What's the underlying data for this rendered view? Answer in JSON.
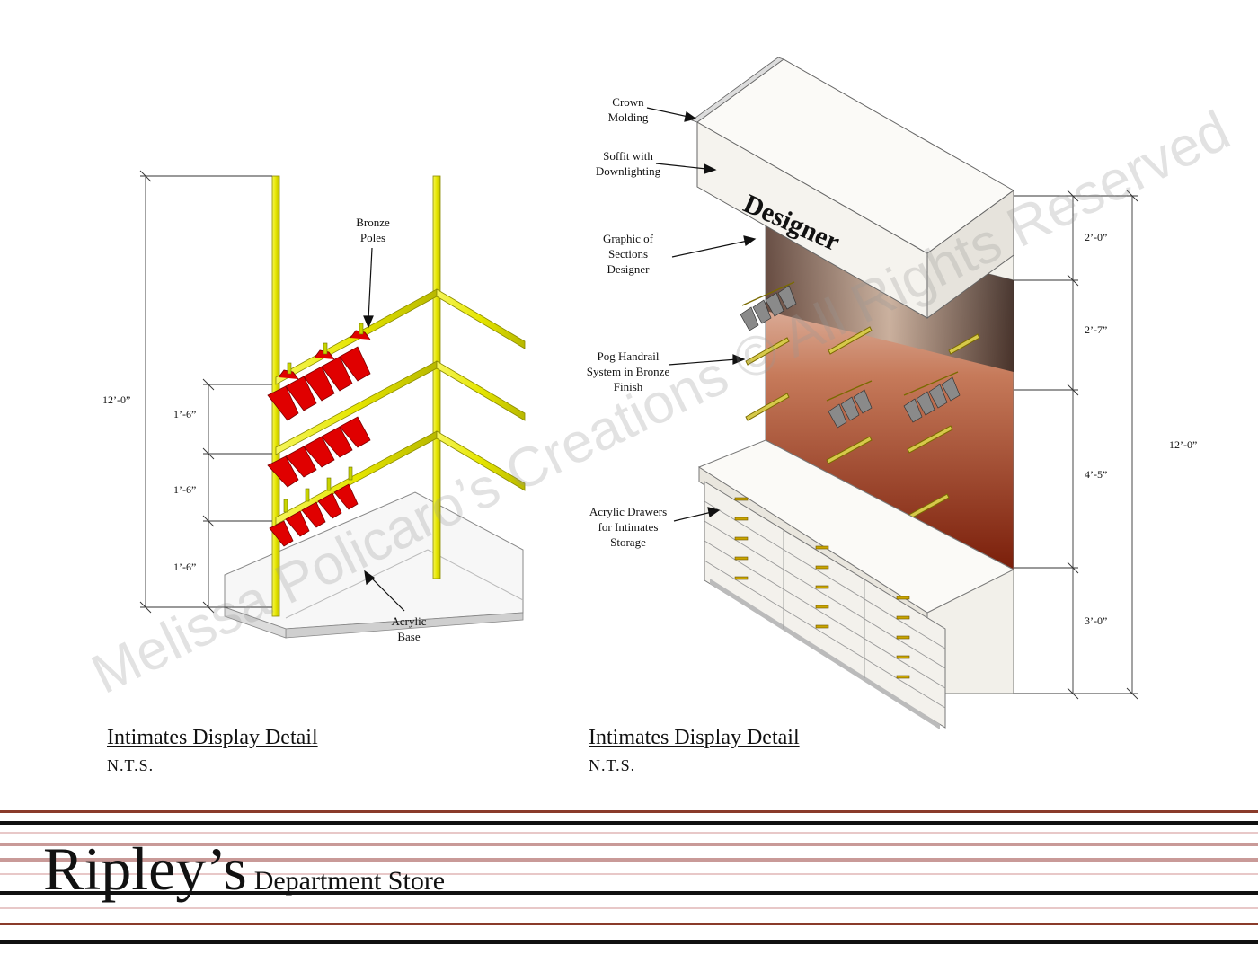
{
  "left_detail": {
    "labels": {
      "bronze_poles": [
        "Bronze",
        "Poles"
      ],
      "acrylic_base": [
        "Acrylic",
        "Base"
      ]
    },
    "dimensions": {
      "overall": "12’-0”",
      "spacing_1": "1’-6”",
      "spacing_2": "1’-6”",
      "spacing_3": "1’-6”"
    },
    "caption": "Intimates Display Detail",
    "scale": "N.T.S."
  },
  "right_detail": {
    "labels": {
      "crown_molding": [
        "Crown",
        "Molding"
      ],
      "soffit": [
        "Soffit with",
        "Downlighting"
      ],
      "graphic": [
        "Graphic of",
        "Sections",
        "Designer"
      ],
      "pog_handrail": [
        "Pog Handrail",
        "System in Bronze",
        "Finish"
      ],
      "acrylic_drawers": [
        "Acrylic Drawers",
        "for Intimates",
        "Storage"
      ]
    },
    "soffit_sign": "Designer",
    "dimensions": {
      "soffit": "2’-0”",
      "graphic": "2’-7”",
      "wall": "4’-5”",
      "counter": "3’-0”",
      "overall": "12’-0”"
    },
    "caption": "Intimates Display Detail",
    "scale": "N.T.S."
  },
  "watermark": "Melissa Policaro’s Creations © All Rights Reserved",
  "title_block": {
    "name": "Ripley’s",
    "subtitle": "Department Store"
  },
  "colors": {
    "bronze_pole": "#e6e600",
    "pole_outline": "#8a8a00",
    "garment": "#e00000",
    "panel_top": "#f4ece6",
    "panel_bottom": "#7a1e0a",
    "stripe_dark": "#111111",
    "stripe_brown": "#8a3b2a",
    "stripe_rose": "#c99a98",
    "stripe_pink": "#e8c8c8"
  }
}
